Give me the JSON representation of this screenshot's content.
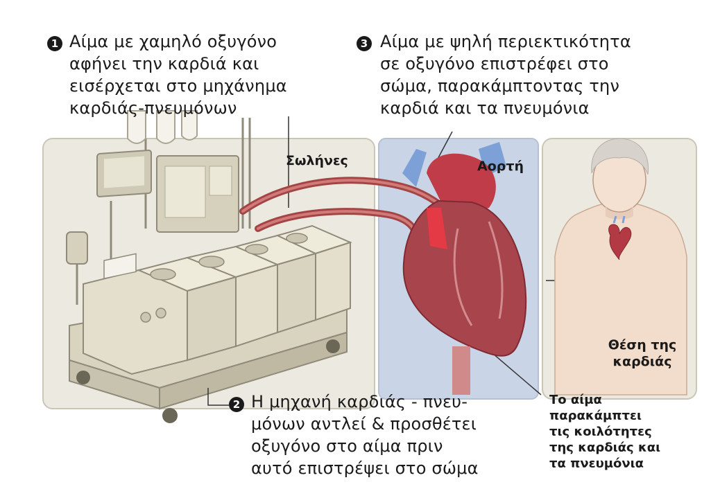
{
  "colors": {
    "panel_bg": "#eceae0",
    "panel_border": "#c9c6b8",
    "heart_panel_bg": "#c9d4e6",
    "machine": "#e4dfcc",
    "blood_red": "#b23a3a",
    "vein_blue": "#6d8fc9",
    "skin": "#f2dccb"
  },
  "steps": [
    {
      "number": "1",
      "text": "Αίμα με χαμηλό οξυγόνο\nαφήνει την καρδιά και\nεισέρχεται στο μηχάνημα\nκαρδιάς-πνευμόνων"
    },
    {
      "number": "2",
      "text": "Η μηχανή καρδιάς - πνευ-\nμόνων αντλεί & προσθέτει\nοξυγόνο στο αίμα πριν\nαυτό επιστρέψει στο σώμα"
    },
    {
      "number": "3",
      "text": "Αίμα με ψηλή περιεκτικότητα\nσε οξυγόνο επιστρέφει στο\nσώμα, παρακάμπτοντας την\nκαρδιά και τα πνευμόνια"
    }
  ],
  "labels": {
    "tubes": "Σωλήνες",
    "aorta": "Αορτή",
    "heart_position": "Θέση της\nκαρδιάς",
    "bypass": "Το αίμα\nπαρακάμπτει\nτις κοιλότητες\nτης καρδιάς και\nτα πνευμόνια"
  }
}
